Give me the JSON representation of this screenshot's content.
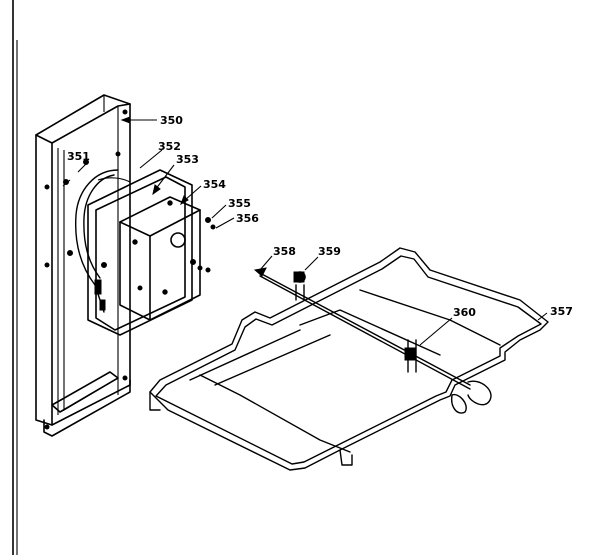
{
  "callouts": {
    "c350": "350",
    "c351": "351",
    "c352": "352",
    "c353": "353",
    "c354": "354",
    "c355": "355",
    "c356": "356",
    "c357": "357",
    "c358": "358",
    "c359": "359",
    "c360": "360"
  }
}
